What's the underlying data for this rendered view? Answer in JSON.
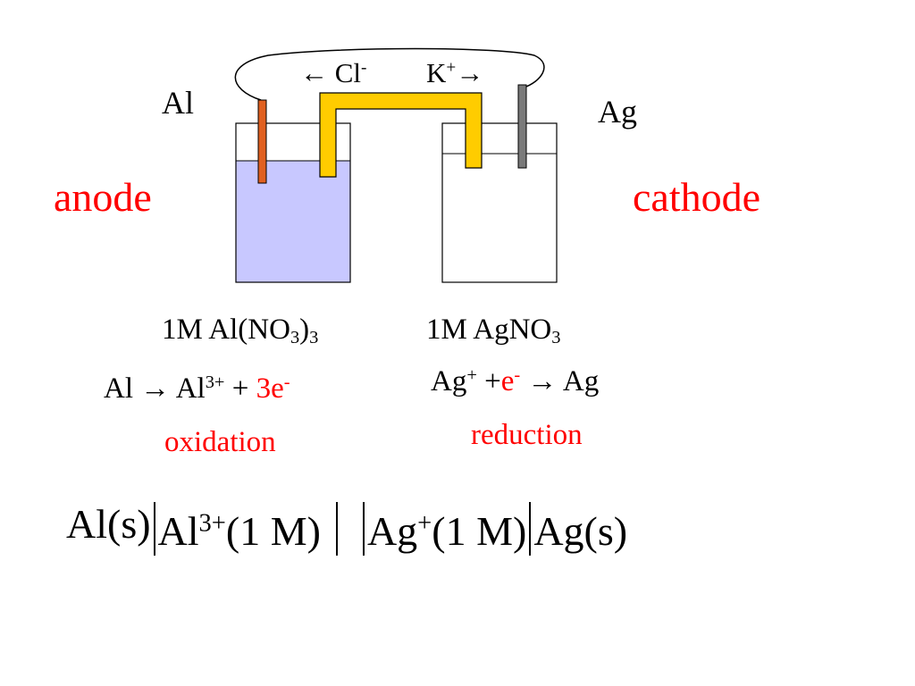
{
  "colors": {
    "anode_electrode": "#e06020",
    "cathode_electrode": "#7a7a7a",
    "salt_bridge": "#ffcc00",
    "anode_solution": "#c8c8ff",
    "highlight": "#ff0000"
  },
  "diagram": {
    "bridge_ions": {
      "anion_arrow": "←",
      "anion": "Cl",
      "anion_charge": "-",
      "cation": "K",
      "cation_charge": "+",
      "cation_arrow": "→"
    },
    "left": {
      "electrode": "Al",
      "role": "anode",
      "solution": "1M Al(NO",
      "solution_sub1": "3",
      "solution_mid": ")",
      "solution_sub2": "3",
      "half_reaction": {
        "reactant": "Al",
        "arrow": "→",
        "product": "Al",
        "product_charge": "3+",
        "plus": "+",
        "electrons": "3e",
        "electron_charge": "-"
      },
      "process": "oxidation"
    },
    "right": {
      "electrode": "Ag",
      "role": "cathode",
      "solution": "1M AgNO",
      "solution_sub": "3",
      "half_reaction": {
        "reactant": "Ag",
        "reactant_charge": "+",
        "plus": "+",
        "electrons": "e",
        "electron_charge": "-",
        "arrow": "→",
        "product": "Ag"
      },
      "process": "reduction"
    }
  },
  "cell_notation": {
    "anode": "Al(s)",
    "anode_ion": "Al",
    "anode_ion_charge": "3+",
    "anode_conc": "(1 M)",
    "cathode_ion": "Ag",
    "cathode_ion_charge": "+",
    "cathode_conc": "(1 M)",
    "cathode": "Ag(s)"
  }
}
